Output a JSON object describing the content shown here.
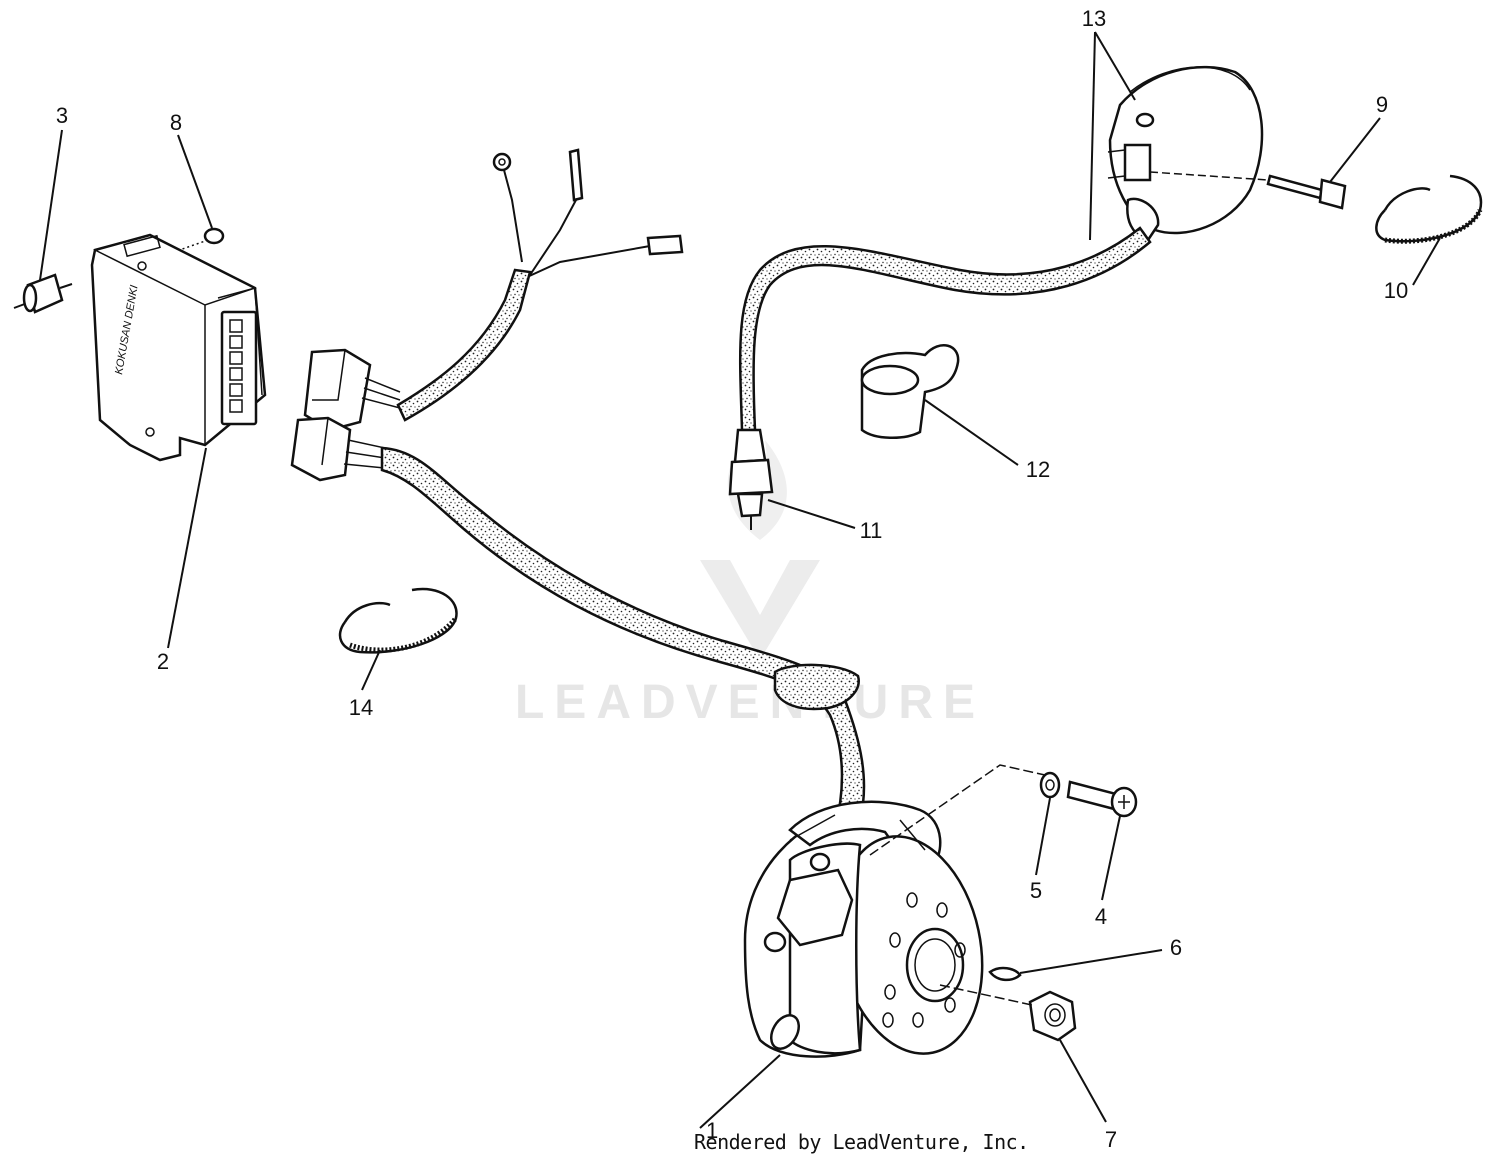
{
  "callouts": {
    "c1": "1",
    "c2": "2",
    "c3": "3",
    "c4": "4",
    "c5": "5",
    "c6": "6",
    "c7": "7",
    "c8": "8",
    "c9": "9",
    "c10": "10",
    "c11": "11",
    "c12": "12",
    "c13": "13",
    "c14": "14"
  },
  "module_label": "KOKUSAN DENKI",
  "watermark": "LEADVENTURE",
  "credit": "Rendered by LeadVenture, Inc."
}
